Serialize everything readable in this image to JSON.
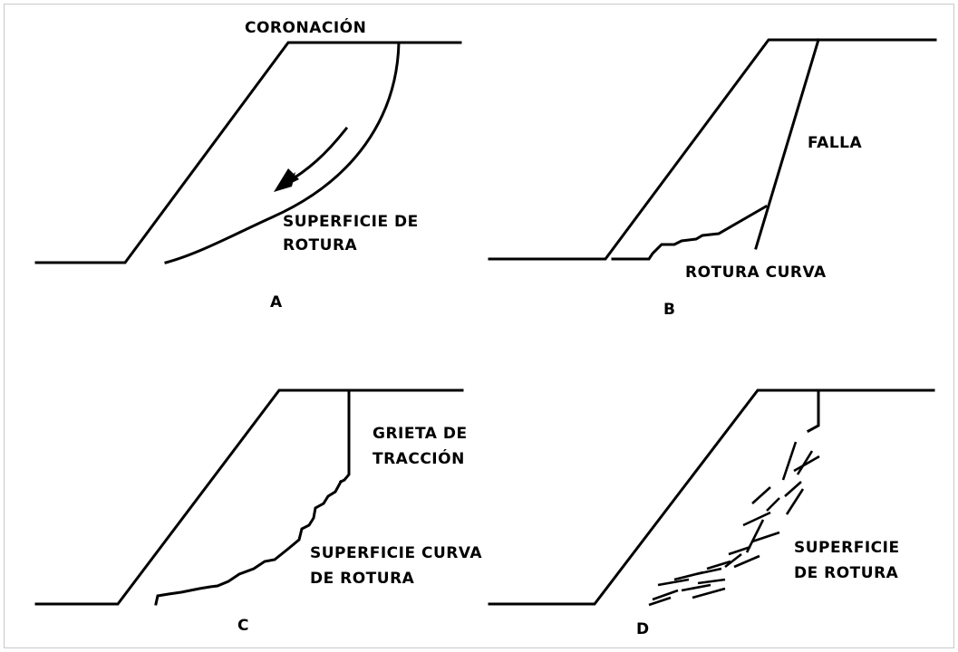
{
  "panels": {
    "a": {
      "letter": "A",
      "label_top": "CORONACIÓN",
      "label_surface_1": "SUPERFICIE DE",
      "label_surface_2": "ROTURA"
    },
    "b": {
      "letter": "B",
      "label_fault": "FALLA",
      "label_curve": "ROTURA CURVA"
    },
    "c": {
      "letter": "C",
      "label_crack_1": "GRIETA DE",
      "label_crack_2": "TRACCIÓN",
      "label_surface_1": "SUPERFICIE CURVA",
      "label_surface_2": "DE ROTURA"
    },
    "d": {
      "letter": "D",
      "label_surface_1": "SUPERFICIE",
      "label_surface_2": "DE ROTURA"
    }
  },
  "colors": {
    "line": "#000000",
    "background": "#ffffff",
    "frame": "#c9c9c9"
  }
}
